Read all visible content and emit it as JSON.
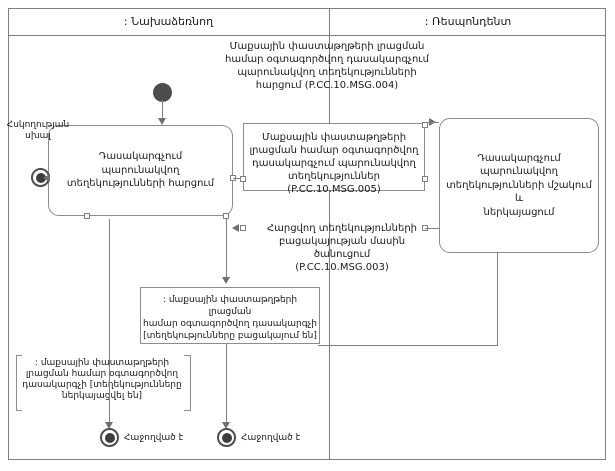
{
  "diagram": {
    "type": "uml-activity-diagram",
    "title": "",
    "swimlanes": [
      {
        "id": "initiator",
        "label": ": Նախաձեռնող"
      },
      {
        "id": "respondent",
        "label": ": Ռեսպոնդենտ"
      }
    ]
  },
  "nodes": {
    "start": {
      "name": "initial-node",
      "label": ""
    },
    "activity_request": {
      "label": "Դասակարգչում\nպարունակվող\nտեղեկությունների հարցում"
    },
    "activity_process": {
      "label": "Դասակարգչում\nպարունակվող\nտեղեկությունների մշակում և\nներկայացում"
    },
    "end_error": {
      "label": "Հսկողության\nսխալ"
    },
    "end_success_left": {
      "label": "Հաջողված է"
    },
    "end_success_right": {
      "label": "Հաջողված է"
    }
  },
  "messages": {
    "request_004": {
      "label": "Մաքսային փաստաթղթերի լրացման\nհամար օգտագործվող դասակարգչում\nպարունակվող տեղեկությունների\nհարցում (P.CC.10.MSG.004)",
      "code": "P.CC.10.MSG.004"
    },
    "response_005": {
      "label": "Մաքսային փաստաթղթերի\nլրացման համար օգտագործվող\nդասակարգչում պարունակվող\nտեղեկություններ (P.CC.10.MSG.005)",
      "code": "P.CC.10.MSG.005"
    },
    "notice_003": {
      "label": "Հարցվող տեղեկությունների\nբացակայության մասին ծանուցում\n(P.CC.10.MSG.003)",
      "code": "P.CC.10.MSG.003"
    }
  },
  "notes": {
    "absent": {
      "label": ": մաքսային փաստաթղթերի լրացման\nհամար օգտագործվող դասակարգչի\n[տեղեկությունները բացակայում են]"
    },
    "presented": {
      "label": ": մաքսային փաստաթղթերի\nլրացման համար օգտագործվող\nդասակարգչի [տեղեկությունները\nներկայացվել են]"
    }
  },
  "colors": {
    "stroke": "#8c8c8c",
    "connector": "#808080",
    "text": "#1a1a1a",
    "node_fill": "#4d4d4d",
    "background": "#ffffff"
  }
}
